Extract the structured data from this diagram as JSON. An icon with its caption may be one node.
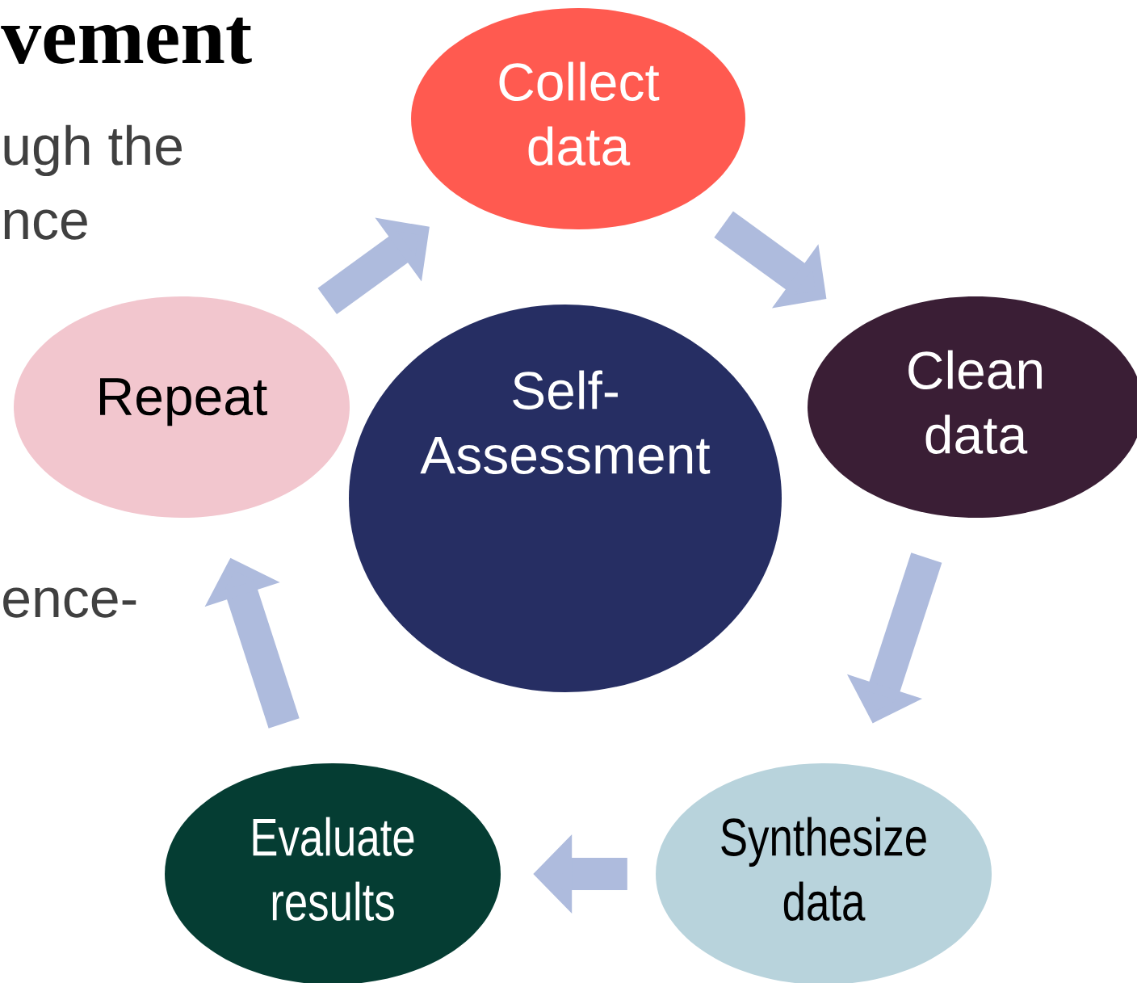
{
  "diagram": {
    "title": "vement",
    "nodes": [
      {
        "text": [
          "Collect data"
        ]
      },
      {
        "text": [
          "Repeat"
        ]
      },
      {
        "text": [
          "Self-Assessment"
        ]
      },
      {
        "text": [
          "Clean data"
        ]
      },
      {
        "text": [
          "Evaluate results"
        ]
      },
      {
        "text": [
          "Synthesize data"
        ]
      }
    ],
    "edges": [
      {
        "from": 1,
        "to": 0,
        "arrow": "to"
      },
      {
        "from": 0,
        "to": 3,
        "arrow": "to"
      },
      {
        "from": 3,
        "to": 5,
        "arrow": "to"
      },
      {
        "from": 5,
        "to": 4,
        "arrow": "to"
      },
      {
        "from": 4,
        "to": 1,
        "arrow": "to"
      }
    ],
    "labels": [
      "ugh the",
      "nce",
      "ence-"
    ]
  }
}
